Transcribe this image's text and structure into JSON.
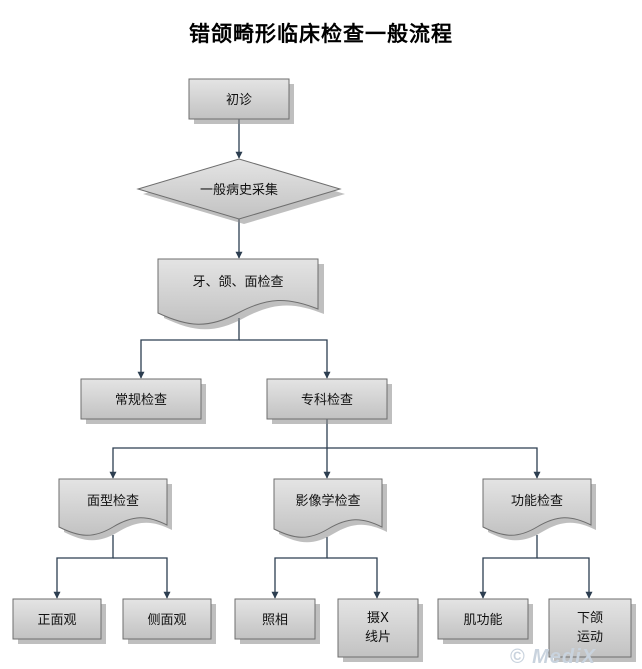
{
  "title": "错颌畸形临床检查一般流程",
  "watermark": "© MediX",
  "colors": {
    "node_fill_top": "#e2e2e2",
    "node_fill_bottom": "#c4c4c4",
    "node_stroke": "#6e6e6e",
    "shadow": "#8a8a8a",
    "connector": "#2c3e50",
    "text": "#111111"
  },
  "nodes": {
    "initial_visit": "初诊",
    "history": "一般病史采集",
    "teeth_jaw_face": "牙、颌、面检查",
    "routine": "常规检查",
    "special": "专科检查",
    "facial": "面型检查",
    "imaging": "影像学检查",
    "functional": "功能检查",
    "front_view": "正面观",
    "side_view": "侧面观",
    "photo": "照相",
    "xray_line1": "摄X",
    "xray_line2": "线片",
    "muscle": "肌功能",
    "mandible_line1": "下颌",
    "mandible_line2": "运动"
  }
}
